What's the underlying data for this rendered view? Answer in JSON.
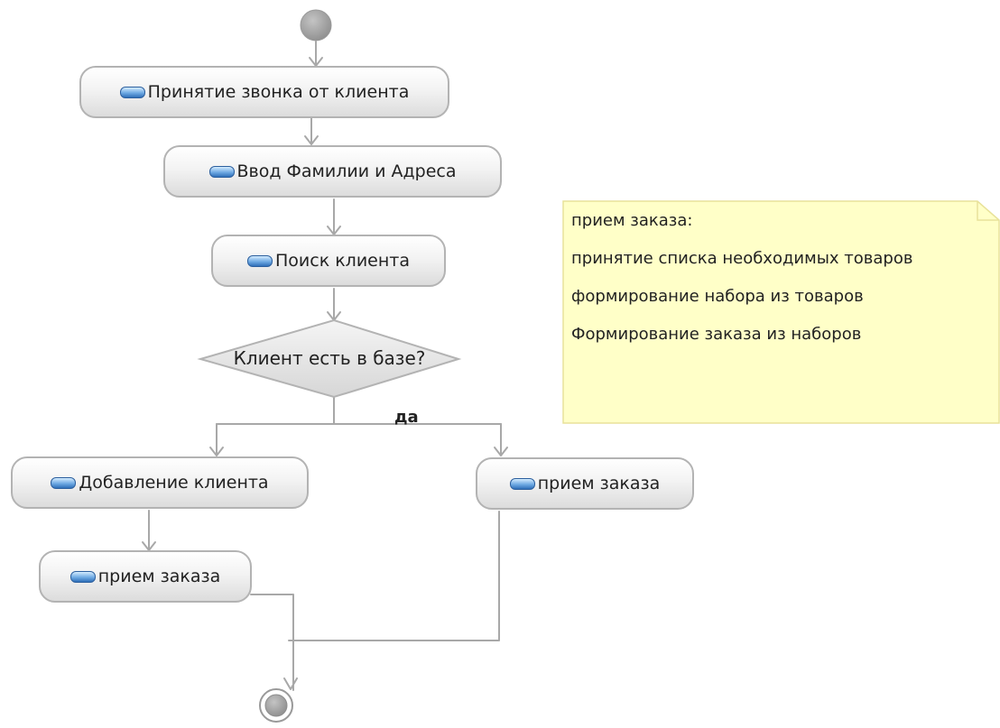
{
  "actions": {
    "call": "Принятие звонка от клиента",
    "input": "Ввод Фамилии и Адреса",
    "search": "Поиск клиента",
    "add": "Добавление клиента",
    "order_left": "прием заказа",
    "order_right": "прием заказа"
  },
  "decision": {
    "question": "Клиент есть в базе?",
    "yes_label": "да"
  },
  "note": {
    "title": "прием заказа:",
    "lines": [
      "принятие списка необходимых товаров",
      "формирование набора из товаров",
      "Формирование заказа из наборов"
    ]
  }
}
